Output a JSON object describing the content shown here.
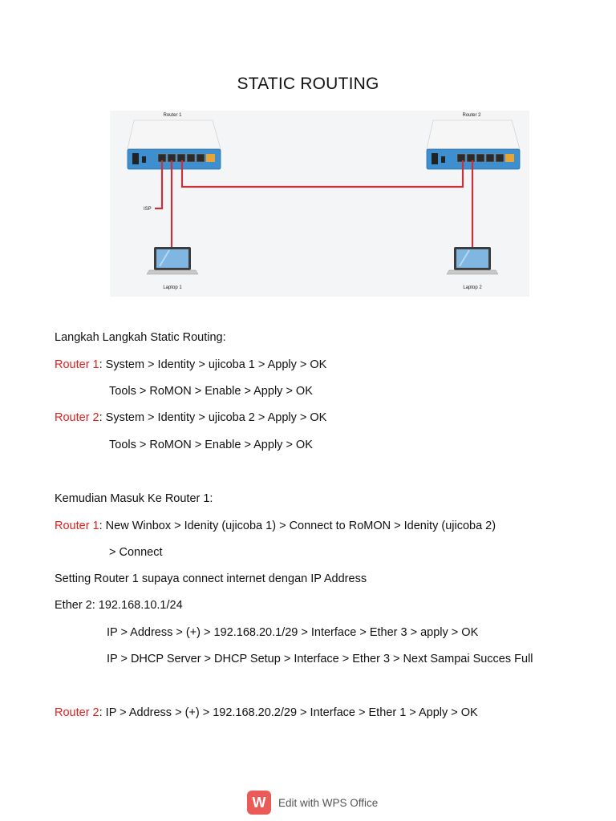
{
  "title": "STATIC ROUTING",
  "diagram": {
    "router1_label": "Router 1",
    "router2_label": "Router 2",
    "isp_label": "ISP",
    "laptop1_label": "Laptop 1",
    "laptop2_label": "Laptop 2",
    "cable_color": "#c8323a"
  },
  "steps": {
    "heading": "Langkah Langkah Static Routing:",
    "r1_label": "Router 1",
    "r1_step1": ":  System > Identity > ujicoba 1 > Apply > OK",
    "r1_step2": "Tools > RoMON > Enable > Apply > OK",
    "r2_label": "Router 2",
    "r2_step1": ":  System > Identity > ujicoba 2 > Apply > OK",
    "r2_step2": "Tools > RoMON > Enable > Apply > OK",
    "kemudian": "Kemudian Masuk Ke Router 1:",
    "r1b_label": "Router 1",
    "r1b_step1": ":  New Winbox > Idenity (ujicoba 1) > Connect to RoMON > Idenity (ujicoba 2)",
    "r1b_step2": "> Connect",
    "setting": "Setting Router 1 supaya connect internet dengan IP Address",
    "ether2": "Ether 2: 192.168.10.1/24",
    "ip1": "IP > Address > (+) > 192.168.20.1/29 > Interface > Ether 3 > apply > OK",
    "ip2": "IP > DHCP Server > DHCP Setup > Interface > Ether 3 > Next Sampai Succes Full",
    "r2b_label": "Router 2",
    "r2b_step1": ": IP > Address > (+) > 192.168.20.2/29 > Interface > Ether 1 > Apply > OK"
  },
  "footer": {
    "logo_letter": "W",
    "text": "Edit with WPS Office"
  }
}
